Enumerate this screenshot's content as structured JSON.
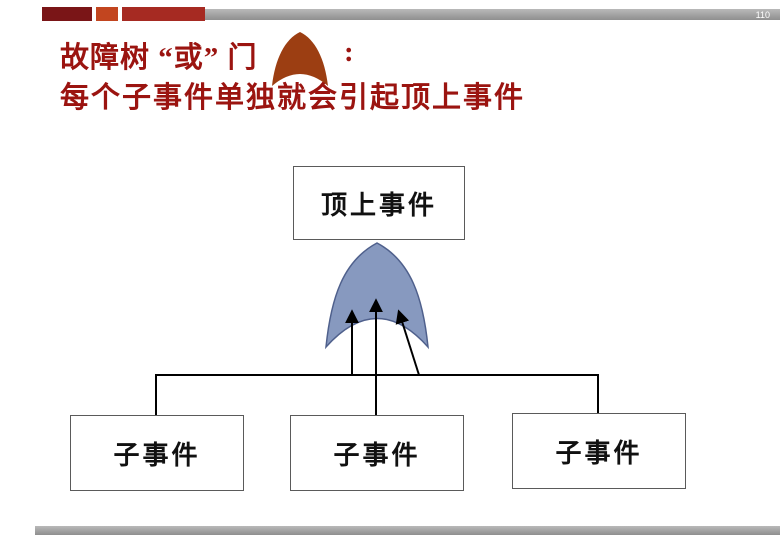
{
  "page_number": "110",
  "title": {
    "line1": "故障树 “或” 门",
    "colon": ":",
    "line2": "每个子事件单独就会引起顶上事件"
  },
  "diagram": {
    "top_event": "顶上事件",
    "sub_events": [
      "子事件",
      "子事件",
      "子事件"
    ]
  },
  "icons": {
    "title_gate": "or-gate-icon",
    "main_gate": "or-gate-symbol"
  },
  "colors": {
    "title_red": "#9B1410",
    "gate_blue_fill": "#8799BF",
    "gate_blue_stroke": "#4F608C",
    "gate_brown": "#9C3E12",
    "bar_gray": "#9C9C9C",
    "line_black": "#000000"
  }
}
